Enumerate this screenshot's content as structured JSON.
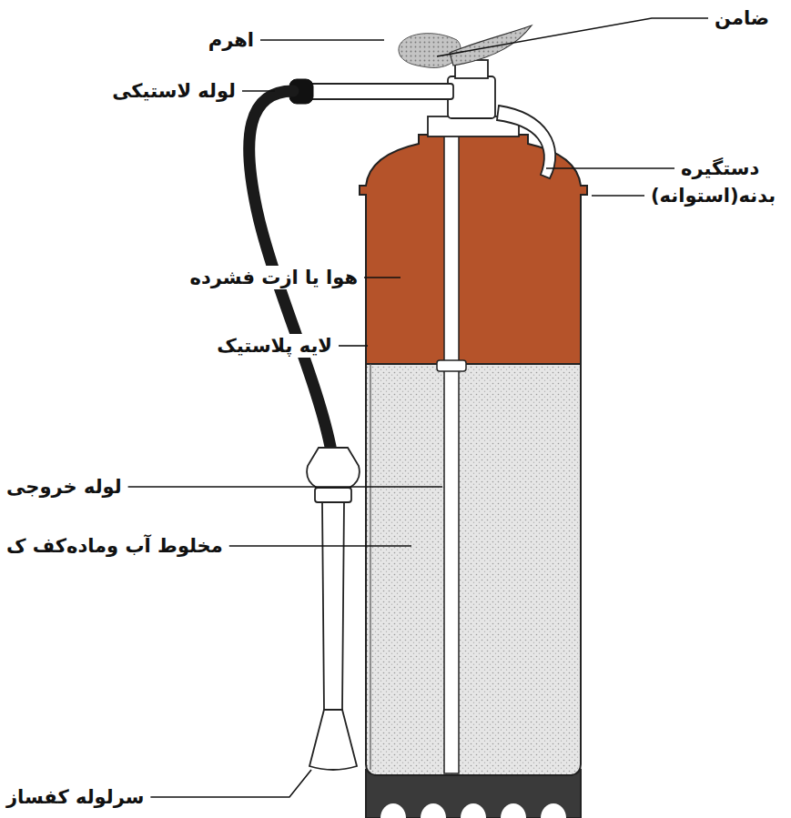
{
  "diagram": {
    "labels": [
      "اهرم",
      "ضامن",
      "لوله لاستیکی",
      "دستگیره",
      "بدنه(استوانه)",
      "هوا یا ازت فشرده",
      "لایه پلاستیک",
      "لوله خروجی",
      "مخلوط آب وماده‌کف ک",
      "سرلوله کفساز"
    ]
  }
}
